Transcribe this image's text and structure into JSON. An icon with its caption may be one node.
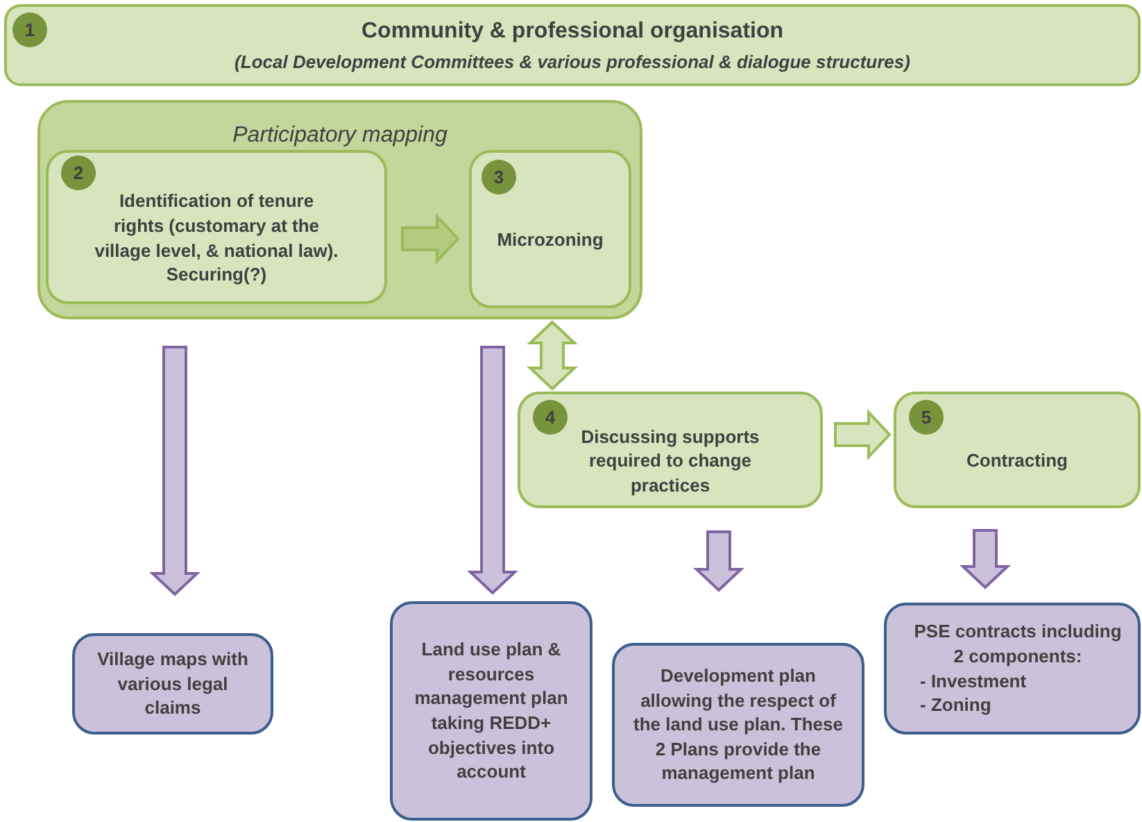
{
  "diagram": {
    "nodes": [
      {
        "text": [
          "Community & professional organisation",
          "(Local Development Committees & various professional & dialogue structures)"
        ]
      },
      {
        "text": [
          "1"
        ],
        "in": 0
      },
      {
        "text": [
          "Participatory mapping"
        ]
      },
      {
        "text": [
          "Identification of tenure rights (customary at the village level, & national law). Securing(?)"
        ],
        "in": 2
      },
      {
        "text": [
          "2"
        ],
        "in": 3
      },
      {
        "text": [
          "Microzoning"
        ],
        "in": 2
      },
      {
        "text": [
          "3"
        ],
        "in": 5
      },
      {
        "text": [
          "Discussing supports required to change practices"
        ]
      },
      {
        "text": [
          "4"
        ],
        "in": 7
      },
      {
        "text": [
          "Contracting"
        ]
      },
      {
        "text": [
          "5"
        ],
        "in": 9
      },
      {
        "text": [
          "Village maps with various legal claims"
        ]
      },
      {
        "text": [
          "Land use plan & resources management plan taking REDD+ objectives into account"
        ]
      },
      {
        "text": [
          "Development plan allowing the respect of the land use plan. These 2 Plans provide the management plan"
        ]
      },
      {
        "text": [
          "PSE contracts including 2 components:",
          "- Investment",
          "- Zoning"
        ]
      }
    ],
    "edges": [
      {
        "from": 3,
        "to": 5,
        "arrow": "to",
        "color": "#9bbb59"
      },
      {
        "from": 5,
        "to": 7,
        "arrow": "both",
        "color": "#9bbb59"
      },
      {
        "from": 7,
        "to": 9,
        "arrow": "to",
        "color": "#9bbb59"
      },
      {
        "from": 2,
        "to": 11,
        "arrow": "to"
      },
      {
        "from": 2,
        "to": 12,
        "arrow": "to"
      },
      {
        "from": 7,
        "to": 13,
        "arrow": "to"
      },
      {
        "from": 9,
        "to": 14,
        "arrow": "to"
      }
    ]
  }
}
